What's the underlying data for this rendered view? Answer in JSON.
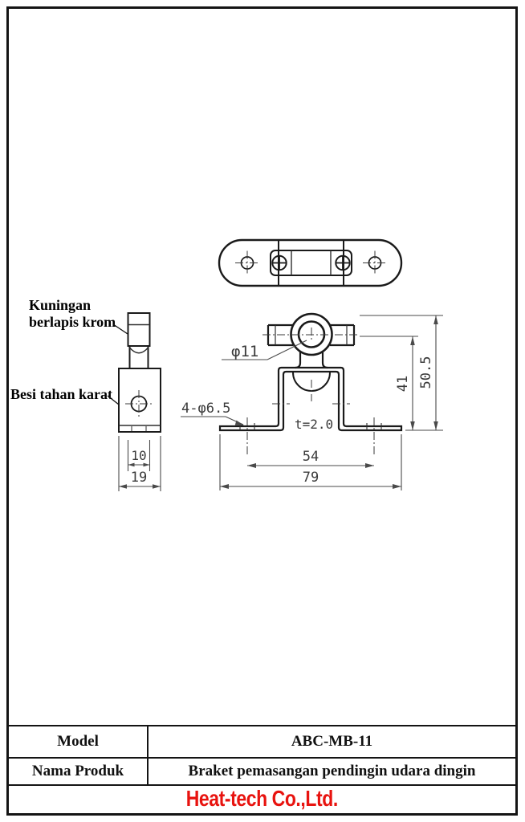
{
  "page": {
    "frame_color": "#141414",
    "background": "#ffffff"
  },
  "drawing": {
    "material_labels": {
      "top_line1": "Kuningan",
      "top_line2": "berlapis krom",
      "body": "Besi tahan karat"
    },
    "dimensions": {
      "hole_diameter": "φ11",
      "flange_holes": "4-φ6.5",
      "thickness": "t=2.0",
      "hole_pitch": "54",
      "base_width": "79",
      "height_to_hole_center": "41",
      "overall_height": "50.5",
      "knob_width": "10",
      "body_width": "19"
    }
  },
  "title_block": {
    "rows": [
      {
        "label": "Model",
        "value": "ABC-MB-11"
      },
      {
        "label": "Nama Produk",
        "value": "Braket pemasangan pendingin udara dingin"
      }
    ]
  },
  "footer": {
    "company": "Heat-tech Co.,Ltd.",
    "color": "#e8130f"
  }
}
